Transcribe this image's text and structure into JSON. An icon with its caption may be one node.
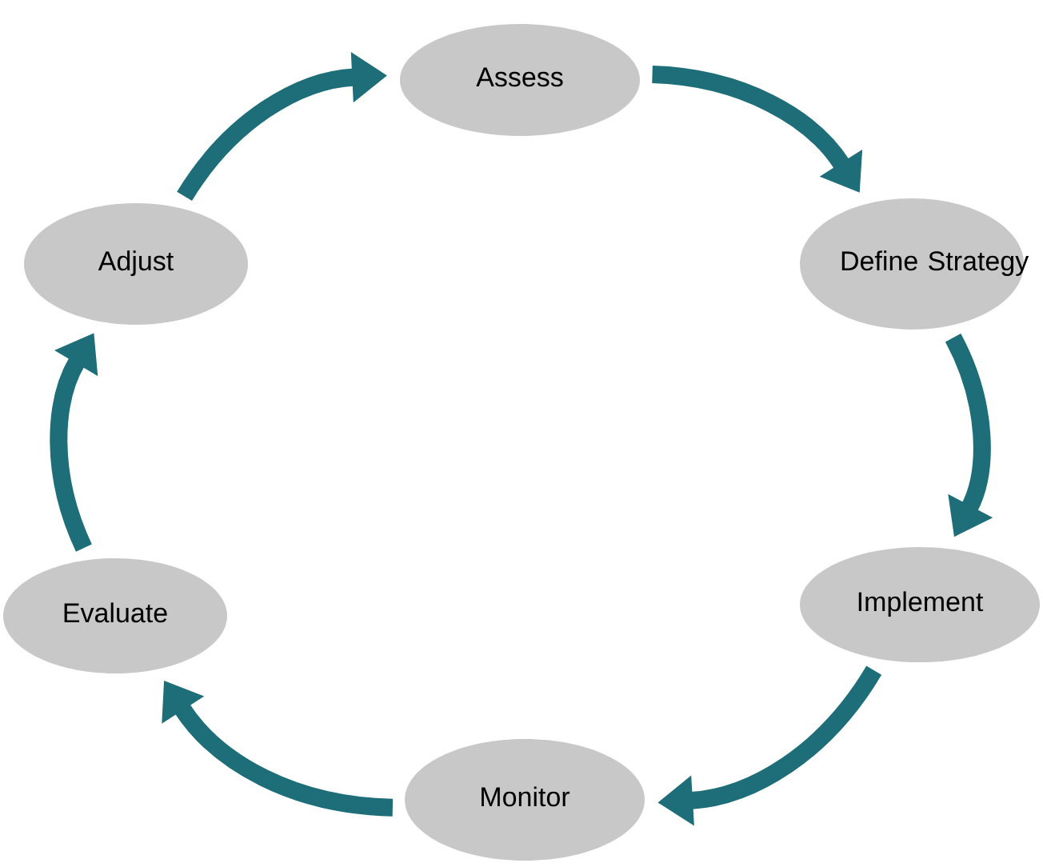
{
  "diagram": {
    "nodes": [
      {
        "text": [
          "Assess"
        ]
      },
      {
        "text": [
          "Define Strategy"
        ]
      },
      {
        "text": [
          "Implement"
        ]
      },
      {
        "text": [
          "Monitor"
        ]
      },
      {
        "text": [
          "Evaluate"
        ]
      },
      {
        "text": [
          "Adjust"
        ]
      }
    ],
    "edges": [
      {
        "from": 0,
        "to": 1,
        "arrow": "to"
      },
      {
        "from": 1,
        "to": 2,
        "arrow": "to"
      },
      {
        "from": 2,
        "to": 3,
        "arrow": "to"
      },
      {
        "from": 3,
        "to": 4,
        "arrow": "to"
      },
      {
        "from": 4,
        "to": 5,
        "arrow": "to"
      },
      {
        "from": 5,
        "to": 0,
        "arrow": "to"
      }
    ]
  }
}
